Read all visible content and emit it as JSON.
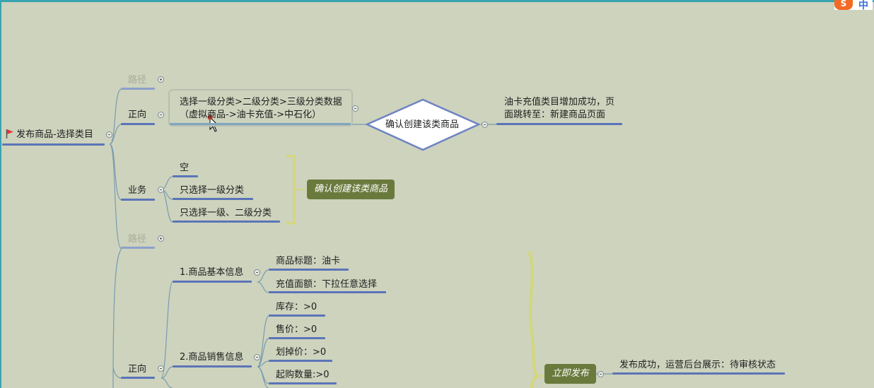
{
  "root": {
    "label": "发布商品-选择类目"
  },
  "branch1": {
    "path_label": "路径",
    "forward_label": "正向",
    "forward_step": [
      "选择一级分类>二级分类>三级分类数据",
      "（虚拟商品->油卡充值->中石化）"
    ],
    "decision_label": "确认创建该类商品",
    "result": [
      "油卡充值类目增加成功，页",
      "面跳转至：新建商品页面"
    ],
    "business_label": "业务",
    "business_items": [
      "空",
      "只选择一级分类",
      "只选择一级、二级分类"
    ],
    "business_summary": "确认创建该类商品"
  },
  "branch2": {
    "path_label": "路径",
    "forward_label": "正向",
    "group1": {
      "label": "1.商品基本信息",
      "items": [
        "商品标题：油卡",
        "充值面额：下拉任意选择"
      ]
    },
    "group2": {
      "label": "2.商品销售信息",
      "items": [
        "库存：>0",
        "售价：>0",
        "划掉价：>0",
        "起购数量:>0"
      ]
    },
    "summary": "立即发布",
    "result": "发布成功，运营后台展示：待审核状态"
  },
  "colors": {
    "background": "#cdd3bd",
    "accent_underline": "#5b74b8",
    "summary_fill": "#6a7a3c",
    "brace": "#d4d77a"
  },
  "ime": {
    "brand_icon": "sogou-icon",
    "mode": "中"
  }
}
